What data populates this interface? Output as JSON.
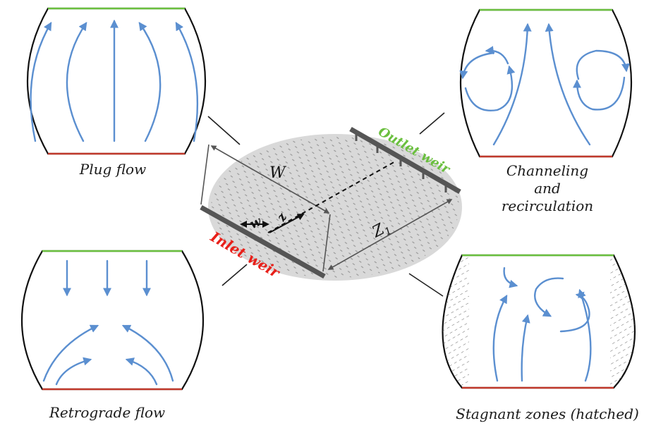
{
  "panels": {
    "plug": {
      "caption": "Plug flow"
    },
    "channel": {
      "caption_line1": "Channeling",
      "caption_line2": "and",
      "caption_line3": "recirculation"
    },
    "retro": {
      "caption": "Retrograde flow"
    },
    "stagnant": {
      "caption": "Stagnant zones (hatched)"
    }
  },
  "tray": {
    "outlet_label": "Outlet weir",
    "inlet_label": "Inlet weir",
    "width_label": "W",
    "small_width_label": "w",
    "z_label": "z",
    "z1_label": "Z",
    "z1_subscript": "1"
  },
  "colors": {
    "flow": "#5b8fd0",
    "outlet": "#6abf3e",
    "inlet": "#e8201a",
    "tray": "#d9d9d9"
  }
}
